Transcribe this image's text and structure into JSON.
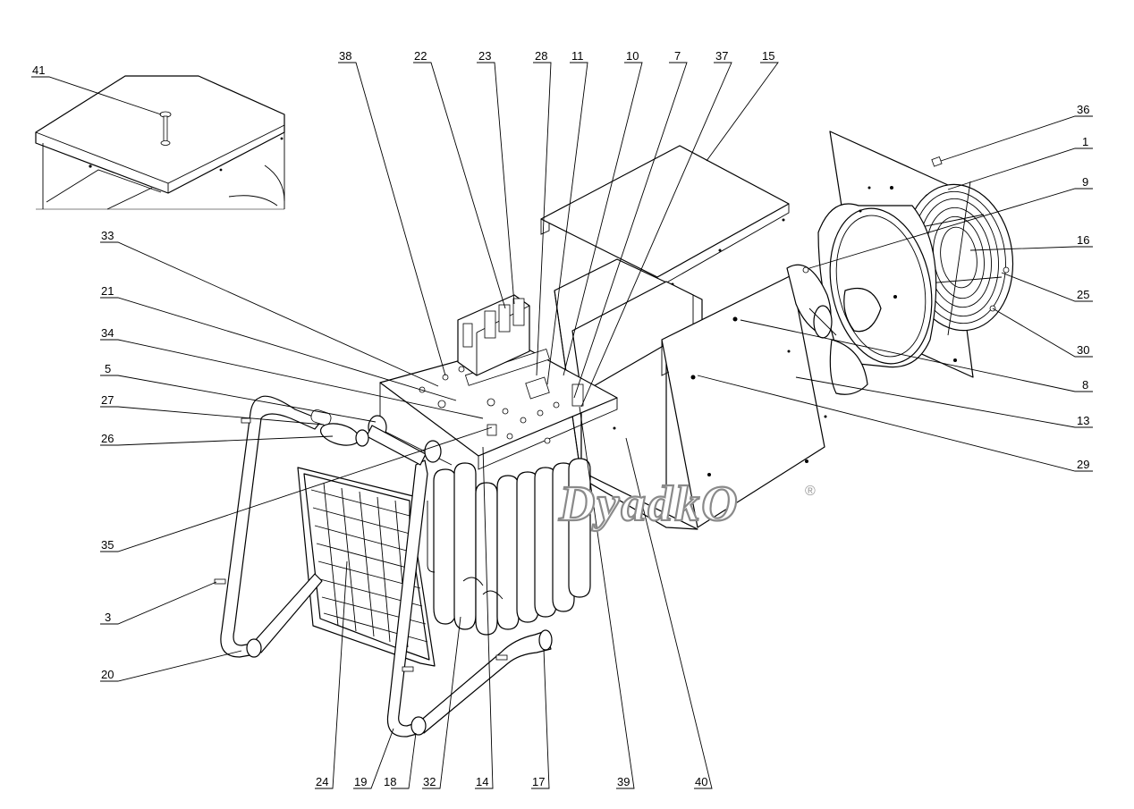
{
  "watermark": {
    "text": "DyadkO",
    "registered_mark": "®"
  },
  "callouts": {
    "top": [
      "38",
      "22",
      "23",
      "28",
      "11",
      "10",
      "7",
      "37",
      "15"
    ],
    "left": [
      "41",
      "33",
      "21",
      "34",
      "5",
      "27",
      "26",
      "35",
      "3",
      "20"
    ],
    "right": [
      "36",
      "1",
      "9",
      "16",
      "25",
      "30",
      "8",
      "13",
      "29"
    ],
    "bottom": [
      "24",
      "19",
      "18",
      "32",
      "14",
      "17",
      "39",
      "40"
    ]
  },
  "colors": {
    "line": "#000000",
    "watermark": "#8a8a8a",
    "background": "#ffffff"
  }
}
